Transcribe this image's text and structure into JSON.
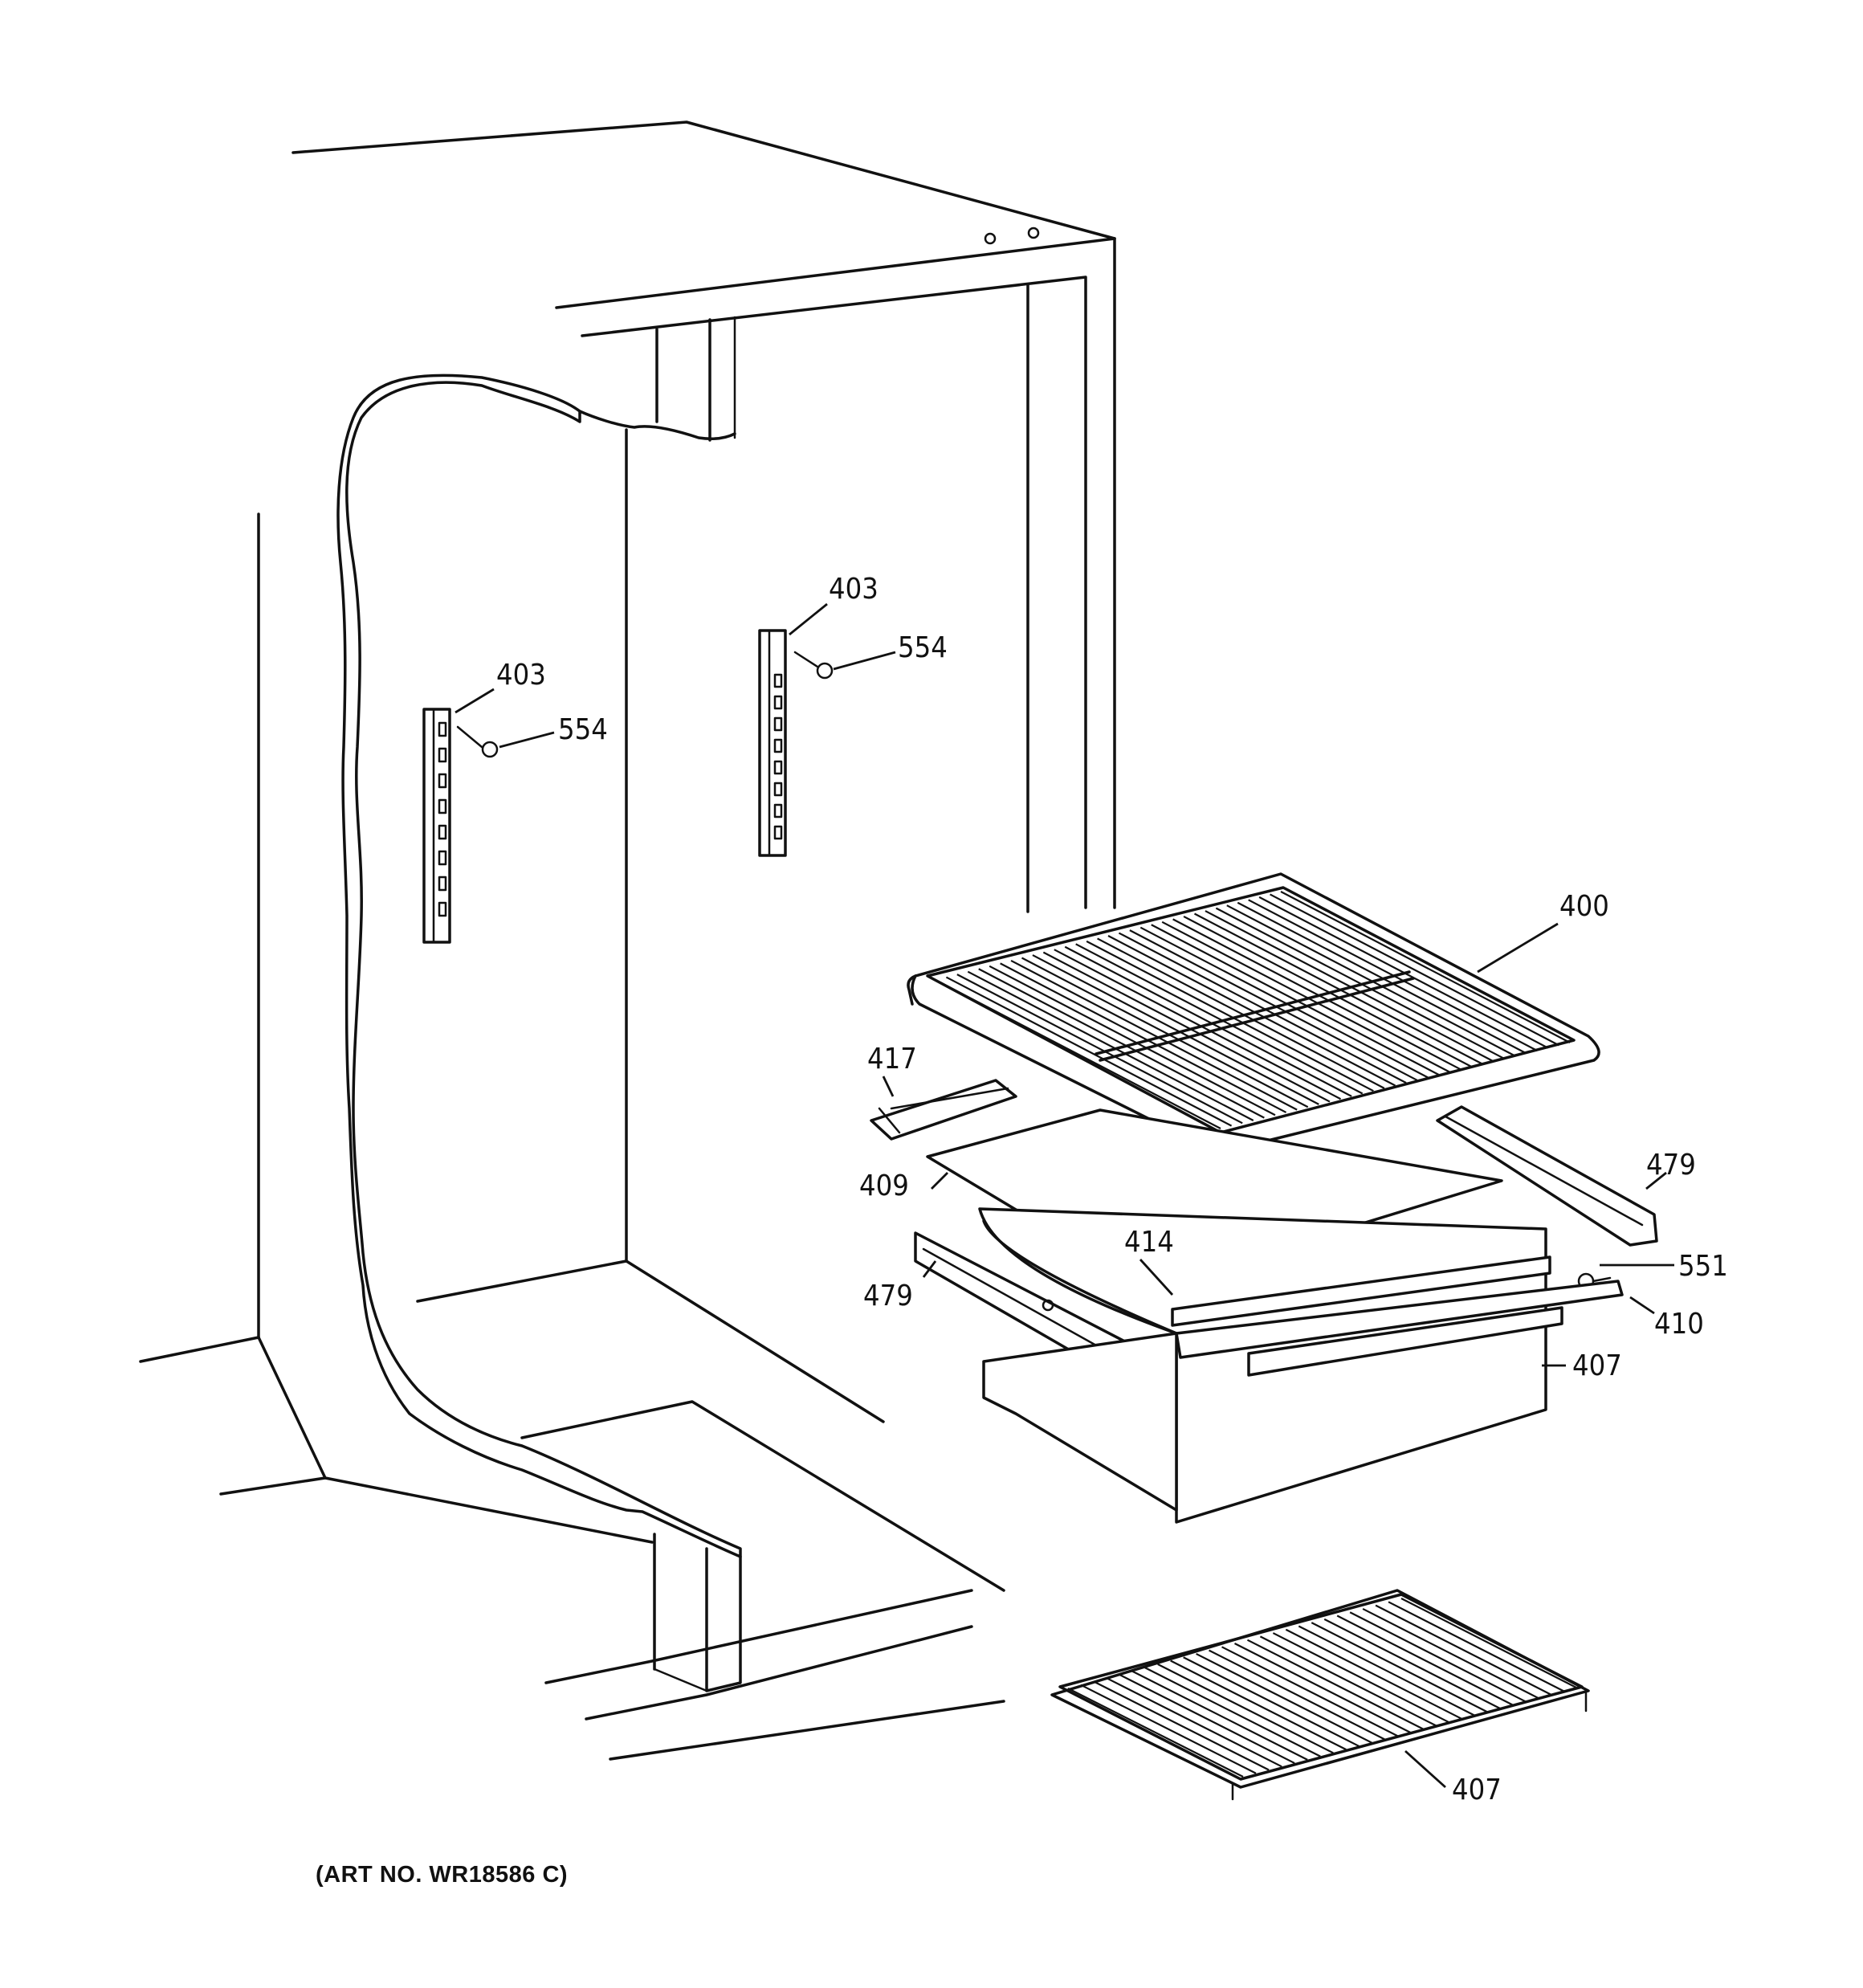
{
  "callouts": [
    {
      "id": "c403a",
      "text": "403"
    },
    {
      "id": "c554a",
      "text": "554"
    },
    {
      "id": "c403b",
      "text": "403"
    },
    {
      "id": "c554b",
      "text": "554"
    },
    {
      "id": "c400",
      "text": "400"
    },
    {
      "id": "c417",
      "text": "417"
    },
    {
      "id": "c479r",
      "text": "479"
    },
    {
      "id": "c409",
      "text": "409"
    },
    {
      "id": "c414",
      "text": "414"
    },
    {
      "id": "c551",
      "text": "551"
    },
    {
      "id": "c479l",
      "text": "479"
    },
    {
      "id": "c410",
      "text": "410"
    },
    {
      "id": "c407a",
      "text": "407"
    },
    {
      "id": "c407b",
      "text": "407"
    }
  ],
  "caption": "(ART NO. WR18586 C)"
}
